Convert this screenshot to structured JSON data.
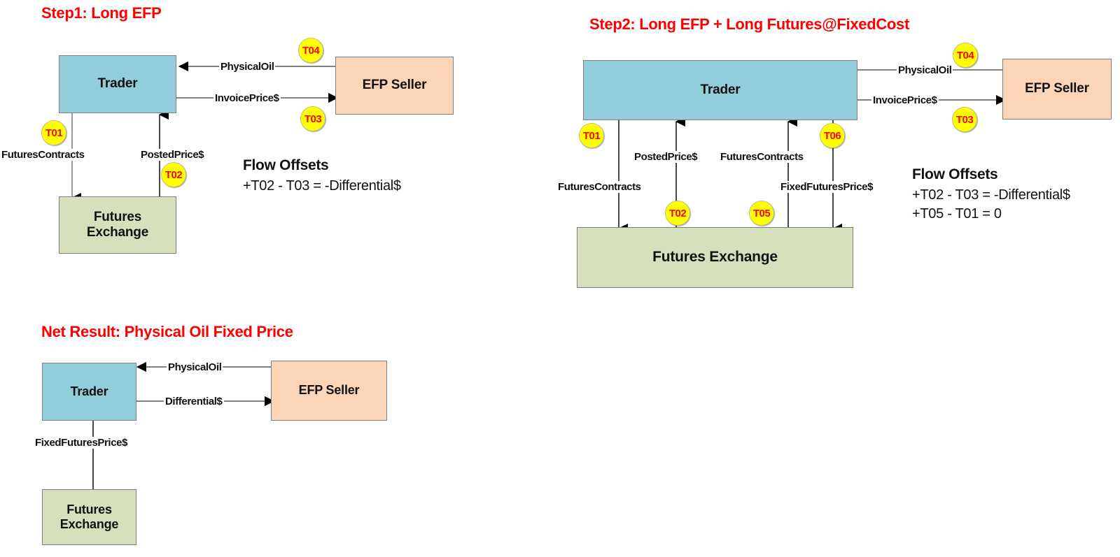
{
  "diagram": {
    "title_step1": "Step1: Long EFP",
    "title_step2": "Step2: Long EFP + Long Futures@FixedCost",
    "title_net": "Net Result: Physical Oil Fixed Price",
    "colors": {
      "title": "#ff0000",
      "trader_fill": "#92cddc",
      "seller_fill": "#fbd5b5",
      "exchange_fill": "#d6e0bd",
      "badge_fill": "#ffff00",
      "badge_text": "#ff0000",
      "line": "#404040",
      "box_border": "#7f7f7f"
    }
  },
  "step1": {
    "nodes": {
      "trader": "Trader",
      "seller": "EFP Seller",
      "exchange": "Futures\nExchange",
      "exchange_line1": "Futures",
      "exchange_line2": "Exchange"
    },
    "edges": {
      "physical_oil": "PhysicalOil",
      "invoice_price": "InvoicePrice$",
      "futures_contracts": "FuturesContracts",
      "posted_price": "PostedPrice$"
    },
    "badges": {
      "t01": "T01",
      "t02": "T02",
      "t03": "T03",
      "t04": "T04"
    },
    "offsets": {
      "heading": "Flow Offsets",
      "lines": [
        "+T02 - T03 = -Differential$"
      ]
    }
  },
  "step2": {
    "nodes": {
      "trader": "Trader",
      "seller": "EFP Seller",
      "exchange": "Futures Exchange"
    },
    "edges": {
      "physical_oil": "PhysicalOil",
      "invoice_price": "InvoicePrice$",
      "futures_contracts_out": "FuturesContracts",
      "posted_price": "PostedPrice$",
      "futures_contracts_in": "FuturesContracts",
      "fixed_futures_price": "FixedFuturesPrice$"
    },
    "badges": {
      "t01": "T01",
      "t02": "T02",
      "t03": "T03",
      "t04": "T04",
      "t05": "T05",
      "t06": "T06"
    },
    "offsets": {
      "heading": "Flow Offsets",
      "lines": [
        "+T02 - T03 = -Differential$",
        "+T05 - T01 = 0"
      ]
    }
  },
  "net_result": {
    "nodes": {
      "trader": "Trader",
      "seller": "EFP Seller",
      "exchange_line1": "Futures",
      "exchange_line2": "Exchange"
    },
    "edges": {
      "physical_oil": "PhysicalOil",
      "differential": "Differential$",
      "fixed_futures_price": "FixedFuturesPrice$"
    }
  }
}
